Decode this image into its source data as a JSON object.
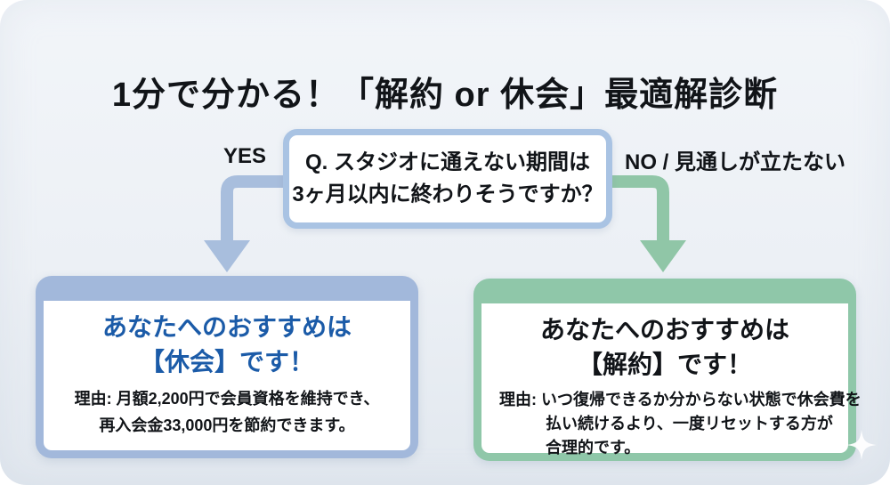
{
  "title": "1分で分かる！「解約 or 休会」最適解診断",
  "question": {
    "lines": [
      "Q. スタジオに通えない期間は",
      "3ヶ月以内に終わりそうですか？"
    ]
  },
  "branches": {
    "yes_label": "YES",
    "no_label": "NO / 見通しが立たない"
  },
  "results": {
    "suspend": {
      "heading_lines": [
        "あなたへのおすすめは",
        "【休会】です！"
      ],
      "reason_lines": [
        "理由: 月額2,200円で会員資格を維持でき、",
        "再入会金33,000円を節約できます。"
      ]
    },
    "cancel": {
      "heading_lines": [
        "あなたへのおすすめは",
        "【解約】です！"
      ],
      "reason_lines": [
        "理由: いつ復帰できるか分からない状態で休会費を",
        "払い続けるより、一度リセットする方が",
        "合理的です。"
      ]
    }
  },
  "decorations": {
    "sparkle_icon": "✦"
  },
  "colors": {
    "accent_blue": "#a8bedd",
    "q_border": "#a9c3e3",
    "box_blue": "#a2b8db",
    "accent_green": "#90c6a7",
    "box_green": "#8fc7a9",
    "heading_blue": "#1b5ba8",
    "ink": "#111418",
    "bg_top": "#f2f5f9",
    "bg_mid": "#ecf0f5",
    "bg_bottom": "#e2e8ef"
  }
}
